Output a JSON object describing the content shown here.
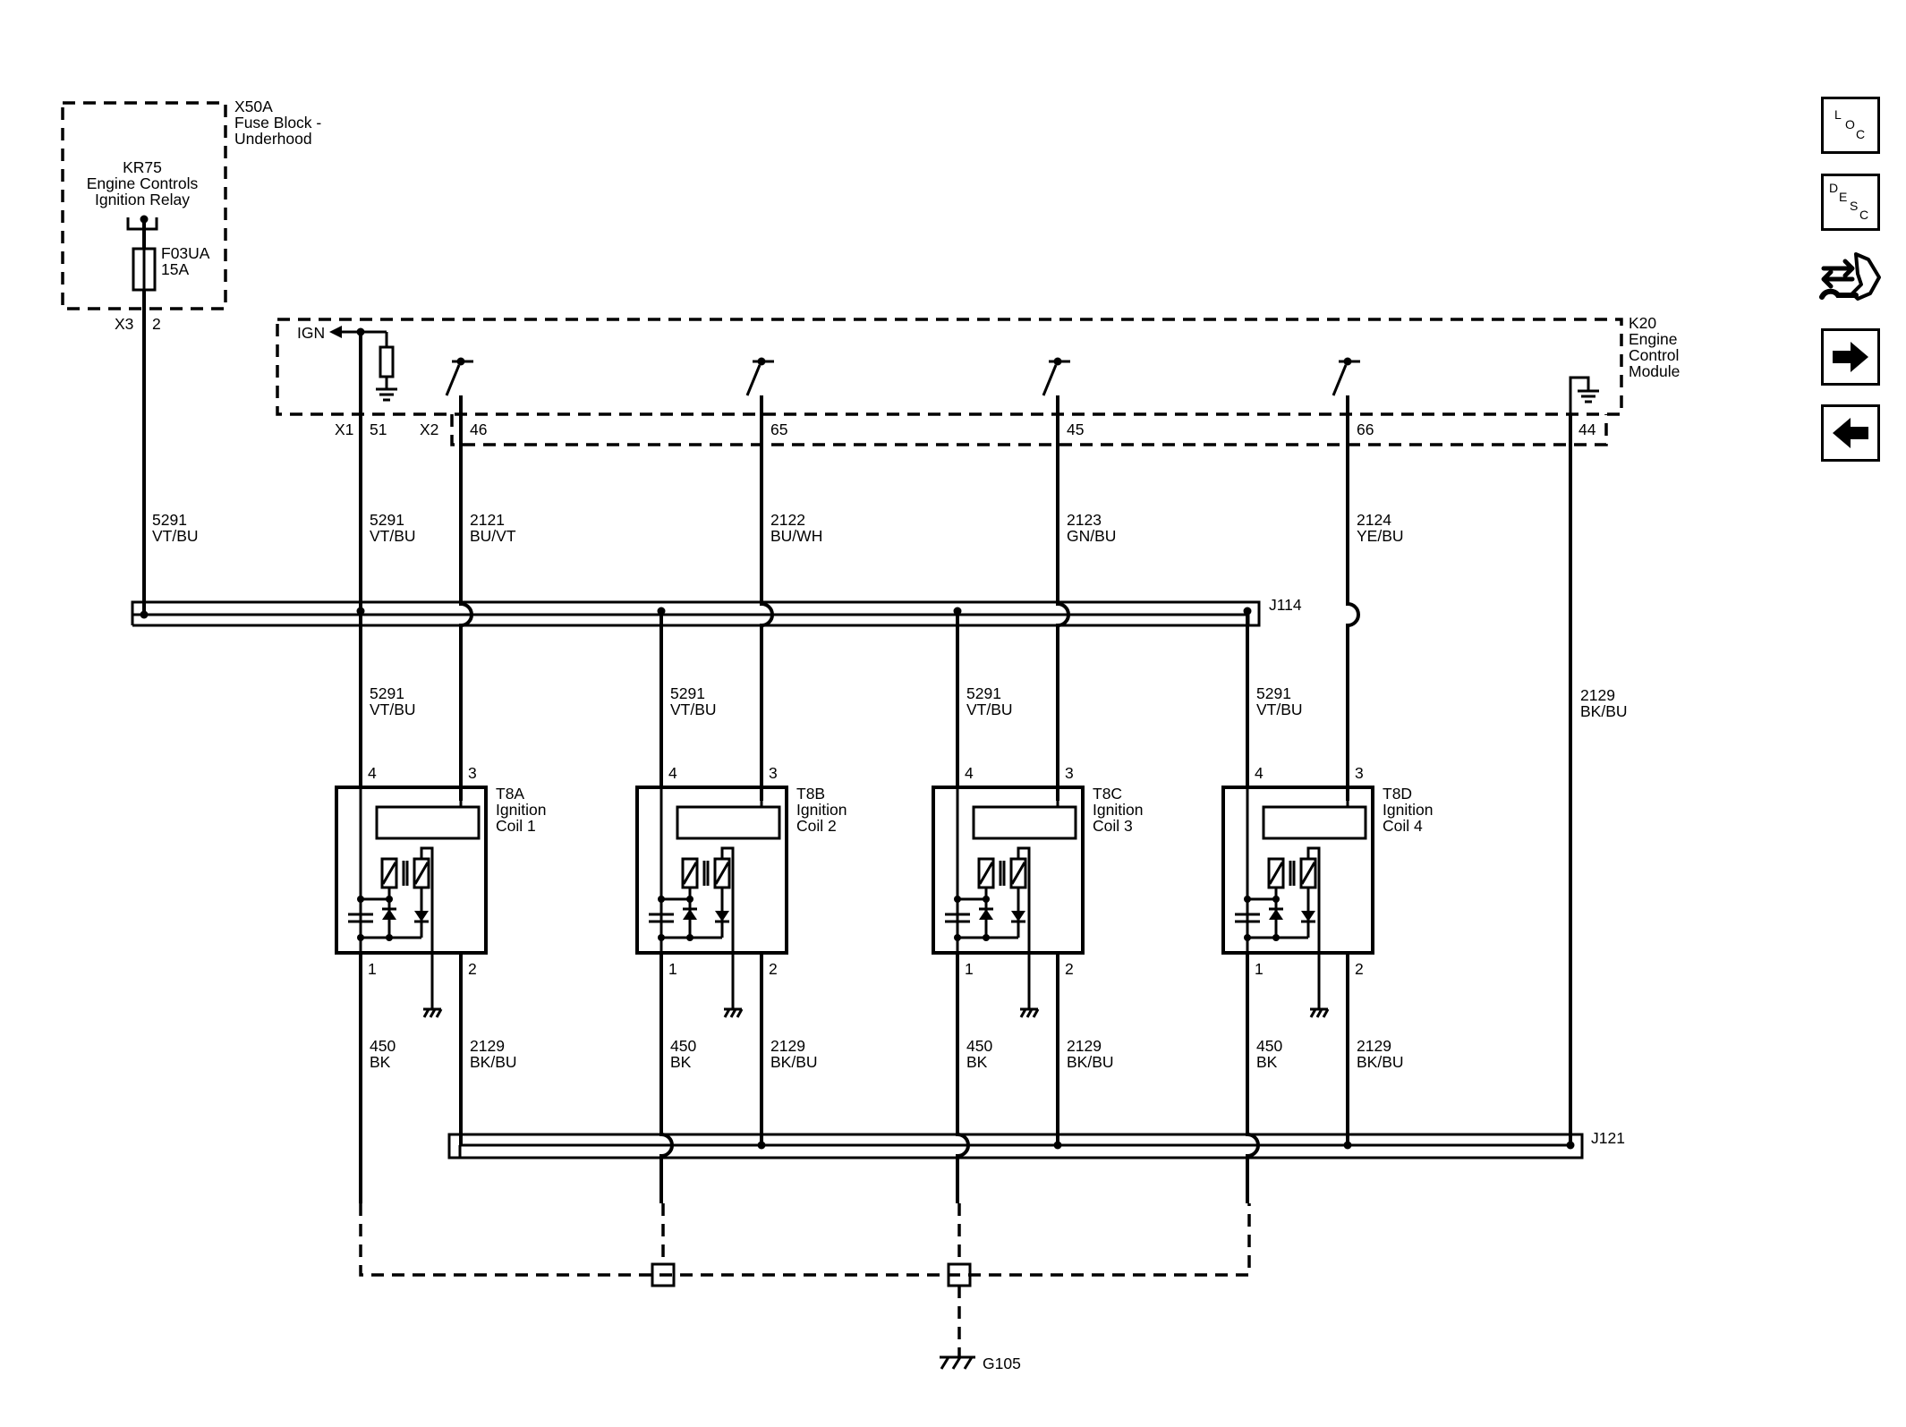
{
  "fuse_block": {
    "id": "X50A",
    "name_line1": "Fuse Block -",
    "name_line2": "Underhood",
    "relay_id": "KR75",
    "relay_line1": "Engine Controls",
    "relay_line2": "Ignition Relay",
    "fuse_id": "F03UA",
    "fuse_rating": "15A",
    "connector": "X3",
    "pin": "2"
  },
  "ecm": {
    "id": "K20",
    "name_line1": "Engine",
    "name_line2": "Control",
    "name_line3": "Module",
    "ign_label": "IGN",
    "connector_x1": "X1",
    "pin_x1": "51",
    "connector_x2": "X2",
    "pins": [
      "46",
      "65",
      "45",
      "66",
      "44"
    ]
  },
  "wires": {
    "feed": {
      "circuit": "5291",
      "color": "VT/BU"
    },
    "ecm_feed": {
      "circuit": "5291",
      "color": "VT/BU"
    },
    "ect": [
      {
        "circuit": "2121",
        "color": "BU/VT"
      },
      {
        "circuit": "2122",
        "color": "BU/WH"
      },
      {
        "circuit": "2123",
        "color": "GN/BU"
      },
      {
        "circuit": "2124",
        "color": "YE/BU"
      }
    ],
    "coil_feed": [
      {
        "circuit": "5291",
        "color": "VT/BU"
      },
      {
        "circuit": "5291",
        "color": "VT/BU"
      },
      {
        "circuit": "5291",
        "color": "VT/BU"
      },
      {
        "circuit": "5291",
        "color": "VT/BU"
      }
    ],
    "ecm_ground": {
      "circuit": "2129",
      "color": "BK/BU"
    },
    "coil_ground": [
      {
        "circuit": "450",
        "color": "BK"
      },
      {
        "circuit": "450",
        "color": "BK"
      },
      {
        "circuit": "450",
        "color": "BK"
      },
      {
        "circuit": "450",
        "color": "BK"
      }
    ],
    "coil_low_ref": [
      {
        "circuit": "2129",
        "color": "BK/BU"
      },
      {
        "circuit": "2129",
        "color": "BK/BU"
      },
      {
        "circuit": "2129",
        "color": "BK/BU"
      },
      {
        "circuit": "2129",
        "color": "BK/BU"
      }
    ]
  },
  "splices": {
    "top": "J114",
    "bottom": "J121"
  },
  "coils": [
    {
      "id": "T8A",
      "name_line1": "Ignition",
      "name_line2": "Coil 1",
      "pin_feed": "4",
      "pin_signal": "3",
      "pin_ground": "1",
      "pin_low": "2"
    },
    {
      "id": "T8B",
      "name_line1": "Ignition",
      "name_line2": "Coil 2",
      "pin_feed": "4",
      "pin_signal": "3",
      "pin_ground": "1",
      "pin_low": "2"
    },
    {
      "id": "T8C",
      "name_line1": "Ignition",
      "name_line2": "Coil 3",
      "pin_feed": "4",
      "pin_signal": "3",
      "pin_ground": "1",
      "pin_low": "2"
    },
    {
      "id": "T8D",
      "name_line1": "Ignition",
      "name_line2": "Coil 4",
      "pin_feed": "4",
      "pin_signal": "3",
      "pin_ground": "1",
      "pin_low": "2"
    }
  ],
  "ground": {
    "id": "G105"
  },
  "nav": {
    "loc": {
      "l": "L",
      "o": "O",
      "c": "C",
      "icon": "loc-icon"
    },
    "desc": {
      "d": "D",
      "e": "E",
      "s": "S",
      "c": "C",
      "icon": "desc-icon"
    },
    "connector_icon": "connector-wrench-icon",
    "next_icon": "arrow-right-icon",
    "prev_icon": "arrow-left-icon"
  }
}
